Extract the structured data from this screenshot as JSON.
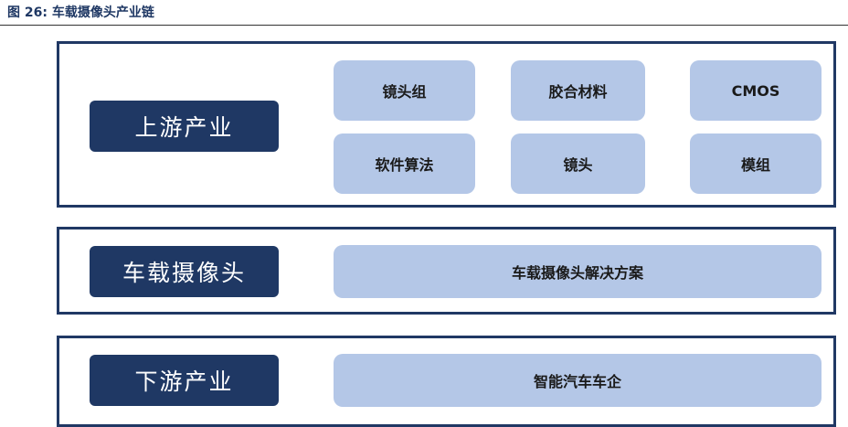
{
  "title": "图 26:  车载摄像头产业链",
  "upstream": {
    "label": "上游产业",
    "items": [
      "镜头组",
      "胶合材料",
      "CMOS",
      "软件算法",
      "镜头",
      "模组"
    ]
  },
  "midstream": {
    "label": "车载摄像头",
    "item": "车载摄像头解决方案"
  },
  "downstream": {
    "label": "下游产业",
    "item": "智能汽车车企"
  },
  "colors": {
    "dark_navy": "#1f3864",
    "light_blue": "#b4c7e7",
    "panel_border": "#203864"
  }
}
